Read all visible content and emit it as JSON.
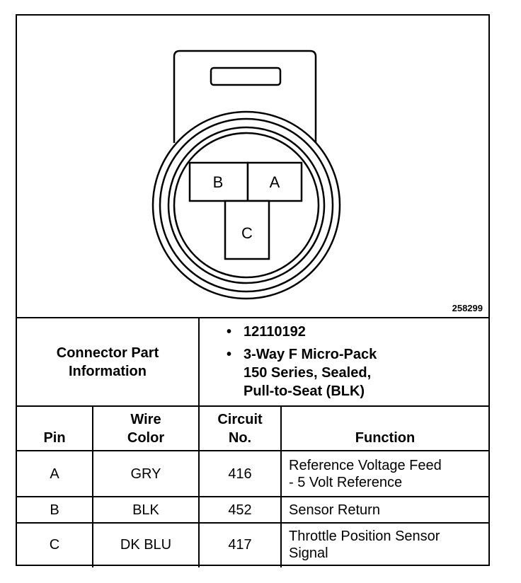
{
  "figure_id": "258299",
  "connector": {
    "pin_labels": [
      "B",
      "A",
      "C"
    ]
  },
  "part_info": {
    "label": "Connector Part Information",
    "items": [
      "12110192",
      "3-Way F Micro-Pack\n150 Series, Sealed,\nPull-to-Seat (BLK)"
    ]
  },
  "table": {
    "headers": {
      "pin": "Pin",
      "wire_color": "Wire\nColor",
      "circuit": "Circuit\nNo.",
      "function": "Function"
    },
    "rows": [
      {
        "pin": "A",
        "color": "GRY",
        "circuit": "416",
        "function": "Reference Voltage Feed\n- 5 Volt Reference"
      },
      {
        "pin": "B",
        "color": "BLK",
        "circuit": "452",
        "function": "Sensor Return"
      },
      {
        "pin": "C",
        "color": "DK BLU",
        "circuit": "417",
        "function": "Throttle Position Sensor\nSignal"
      }
    ]
  }
}
